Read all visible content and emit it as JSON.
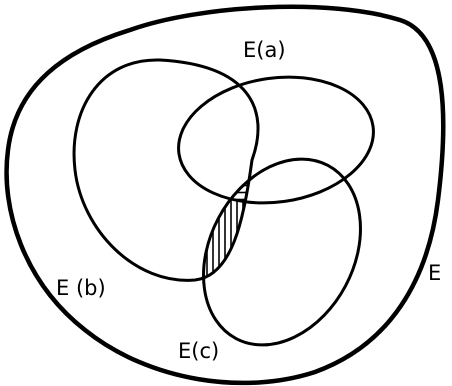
{
  "labels": {
    "a": "E(a)",
    "b": "E (b)",
    "c": "E(c)",
    "universe": "E"
  },
  "colors": {
    "ink": "#000000",
    "background": "#ffffff"
  }
}
